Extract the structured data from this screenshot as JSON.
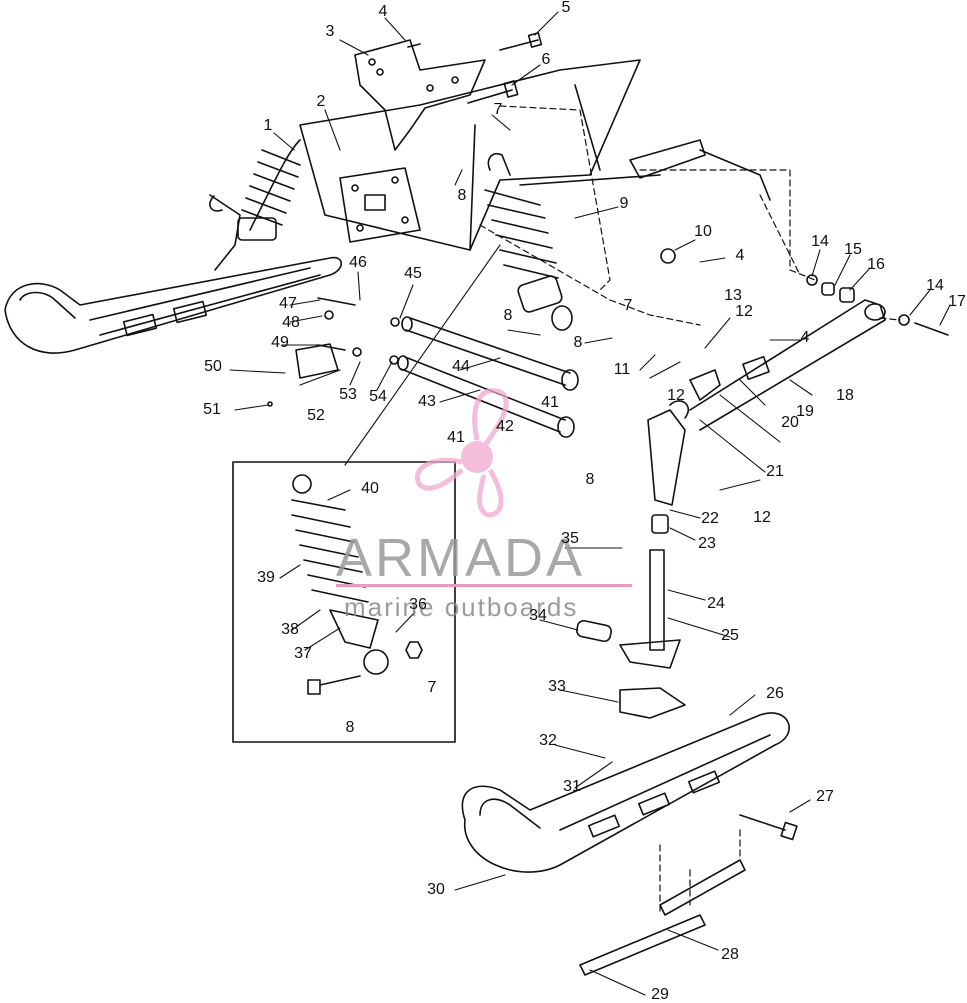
{
  "diagram": {
    "callouts": [
      "1",
      "2",
      "3",
      "4",
      "5",
      "6",
      "7",
      "8",
      "9",
      "10",
      "11",
      "12",
      "13",
      "14",
      "15",
      "16",
      "17",
      "18",
      "19",
      "20",
      "21",
      "22",
      "23",
      "24",
      "25",
      "26",
      "27",
      "28",
      "29",
      "30",
      "31",
      "32",
      "33",
      "34",
      "35",
      "36",
      "37",
      "38",
      "39",
      "40",
      "41",
      "42",
      "43",
      "44",
      "45",
      "46",
      "47",
      "48",
      "49",
      "50",
      "51",
      "52",
      "53",
      "54"
    ]
  },
  "watermark": {
    "brand": "ARMADA",
    "tagline": "marine outboards",
    "logo_icon": "propeller-logo-icon",
    "accent_color": "#e79bc4",
    "logo_color": "#f0a7cf"
  }
}
